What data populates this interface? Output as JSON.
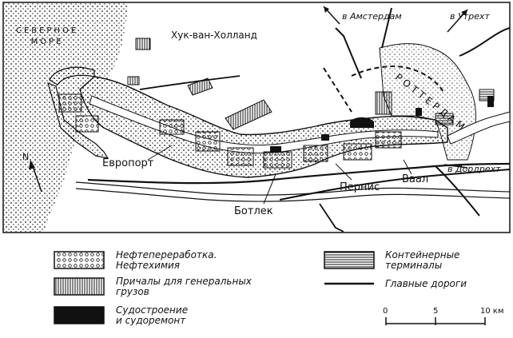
{
  "map": {
    "sea_label_line1": "СЕВЕРНОЕ",
    "sea_label_line2": "МОРЕ",
    "places": {
      "hook": "Хук-ван-Холланд",
      "europort": "Европорт",
      "botlek": "Ботлек",
      "pernis": "Пернис",
      "waal": "Ваал",
      "rotterdam": "РОТТЕРДАМ"
    },
    "directions": {
      "amsterdam": "в Амстердам",
      "utrecht": "в Утрехт",
      "dordrecht": "в Дордрехт"
    },
    "north_label": "N"
  },
  "legend": {
    "refinery_line1": "Нефтепереработка.",
    "refinery_line2": "Нефтехимия",
    "general_cargo_line1": "Причалы для генеральных",
    "general_cargo_line2": "грузов",
    "shipbuilding_line1": "Судостроение",
    "shipbuilding_line2": "и судоремонт",
    "container_line1": "Контейнерные",
    "container_line2": "терминалы",
    "roads": "Главные дороги"
  },
  "scale": {
    "ticks": [
      "0",
      "5",
      "10 км"
    ]
  }
}
